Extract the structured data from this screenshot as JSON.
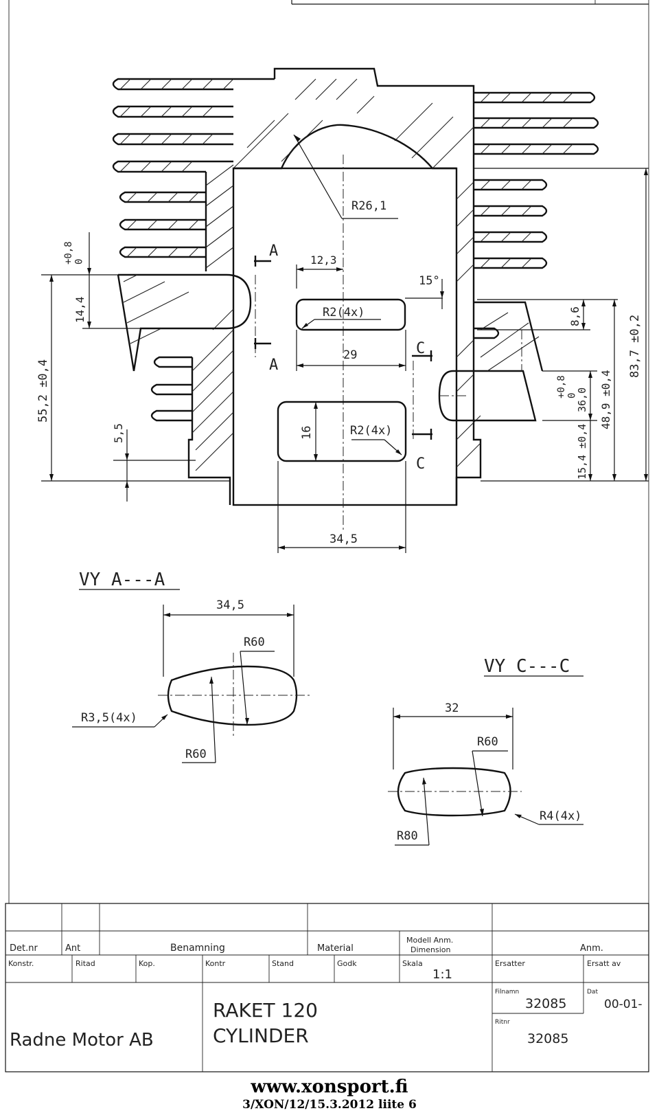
{
  "drawing": {
    "views": {
      "section_a": "VY A---A",
      "section_c": "VY C---C"
    },
    "section_markers": {
      "a_top": "A",
      "a_bottom": "A",
      "c_top": "C",
      "c_bottom": "C"
    },
    "dimensions": {
      "r26_1": "R26,1",
      "d12_3": "12,3",
      "angle_15": "15°",
      "r2_upper": "R2(4x)",
      "d29": "29",
      "d16": "16",
      "r2_lower": "R2(4x)",
      "d34_5_bottom": "34,5",
      "tol_08_left": "+0,8\n0",
      "d14_4": "14,4",
      "d55_2": "55,2 ±0,4",
      "d5_5": "5,5",
      "d8_6": "8,6",
      "d83_7": "83,7 ±0,2",
      "d48_9": "48,9 ±0,4",
      "d36_0": "36,0",
      "tol_08_right": "+0,8\n0",
      "d15_4": "15,4 ±0,4",
      "a_width": "34,5",
      "a_r60_top": "R60",
      "a_r35": "R3,5(4x)",
      "a_r60_bottom": "R60",
      "c_width": "32",
      "c_r60": "R60",
      "c_r4": "R4(4x)",
      "c_r80": "R80"
    }
  },
  "title_block": {
    "headers": {
      "det_nr": "Det.nr",
      "ant": "Ant",
      "benamning": "Benamning",
      "material": "Material",
      "modell": "Modell Anm.",
      "dimension": "Dimension",
      "anm": "Anm."
    },
    "row2": {
      "konstr": "Konstr.",
      "ritad": "Ritad",
      "kop": "Kop.",
      "kontr": "Kontr",
      "stand": "Stand",
      "godk": "Godk",
      "skala_label": "Skala",
      "skala_value": "1:1",
      "ersatter": "Ersatter",
      "ersatt_av": "Ersatt av"
    },
    "company": "Radne Motor AB",
    "title_line1": "RAKET 120",
    "title_line2": "CYLINDER",
    "filnamn_label": "Filnamn",
    "filnamn_value": "32085",
    "datum_label": "Dat",
    "datum_value": "00-01-",
    "ritnr_label": "Ritnr",
    "ritnr_value": "32085"
  },
  "footer": {
    "website": "www.xonsport.fi",
    "reference": "3/XON/12/15.3.2012  liite 6"
  }
}
